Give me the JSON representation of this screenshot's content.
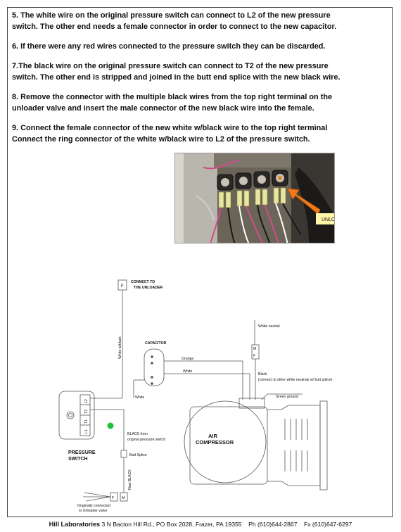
{
  "steps": [
    {
      "line1": "5. The white wire on the original pressure switch can connect to L2 of the new pressure",
      "line2": " switch.  The other end needs a female connector in order to connect to the new capacitor."
    },
    {
      "line1": "6. If there were any red wires connected to the pressure switch they can be discarded.",
      "line2": ""
    },
    {
      "line1": "7.The black wire on the original pressure switch can connect to T2 of the new pressure",
      "line2": " switch.  The other end is stripped and joined in the butt end splice with the new black wire."
    },
    {
      "line1": "8. Remove the connector with the multiple black wires from the top right terminal on the",
      "line2": " unloader valve and insert the male connector of the new black wire into the female."
    },
    {
      "line1": "9. Connect the female connector of the new white w/black wire to the top right terminal",
      "line2": "   Connect the ring connector of the white w/black wire to L2 of the pressure switch."
    }
  ],
  "photo": {
    "callout": "UNLOADER VALVE"
  },
  "diagram": {
    "connect_to_1": "CONNECT TO",
    "connect_to_2": "THE UNLOADER",
    "f_top": "F",
    "white_wblack": "White w/black",
    "capacitor": "CAPACITOR",
    "orange": "Orange",
    "white_cap": "White",
    "white_switch": "White",
    "white_neutral": "White neutral",
    "m": "M",
    "f_right": "F",
    "black_1": "Black",
    "black_2": "(connect to other white neutrals w/ butt splice)",
    "green_ground": "Green ground",
    "l2": "L2",
    "t2": "T2",
    "t1": "T1",
    "l1": "L1",
    "pressure_1": "PRESSURE",
    "pressure_2": "SWITCH",
    "black_from_1": "BLACK from",
    "black_from_2": "original pressure switch",
    "butt_splice": "Butt Splice",
    "new_black": "New BLACK",
    "f_bottom": "F",
    "m_bottom": "M",
    "orig_1": "Originally connected",
    "orig_2": "to Unloader valve",
    "air_1": "AIR",
    "air_2": "COMPRESSOR"
  },
  "footer": {
    "company": "Hill Laboratories",
    "address": " 3 N Bacton Hill Rd., PO Box 2028, Frazer, PA 19355",
    "phone": "Ph (610)644-2867",
    "fax": "Fx (610)647-6297"
  },
  "colors": {
    "accent_arrow": "#f07a1a",
    "callout_bg": "#fff6a8",
    "status_green": "#22c03a"
  }
}
